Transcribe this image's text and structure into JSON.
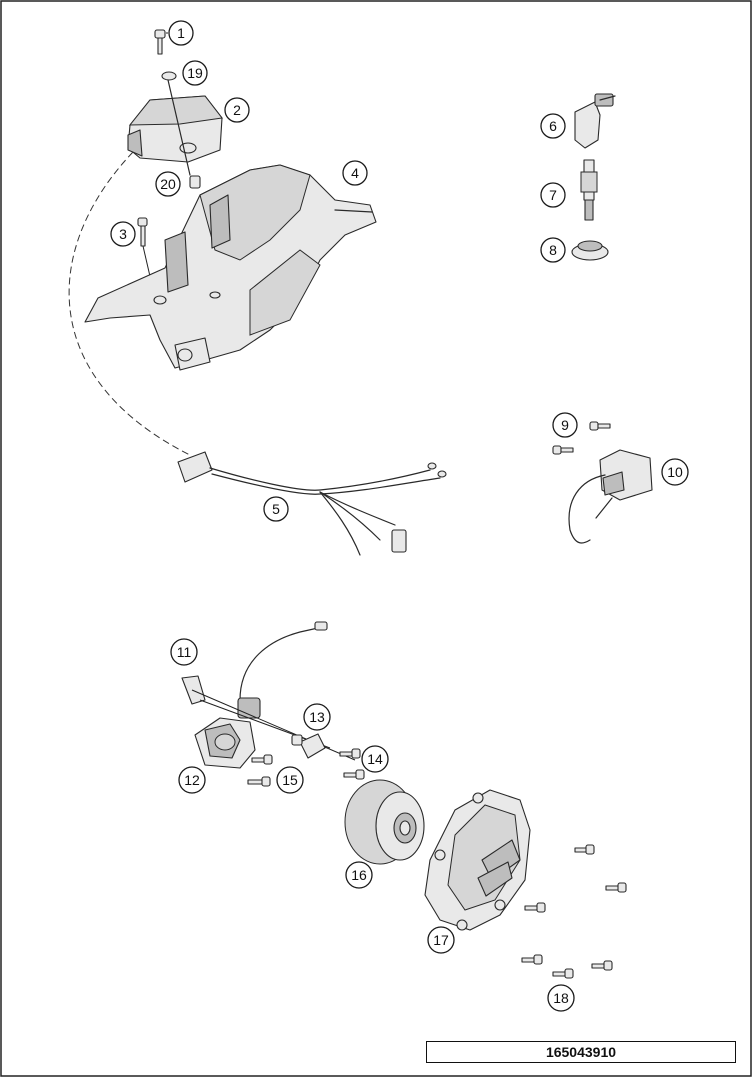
{
  "diagram": {
    "document_id": "165043910",
    "callouts": [
      "1",
      "2",
      "3",
      "4",
      "5",
      "6",
      "7",
      "8",
      "9",
      "10",
      "11",
      "12",
      "13",
      "14",
      "15",
      "16",
      "17",
      "18",
      "19",
      "20"
    ]
  }
}
